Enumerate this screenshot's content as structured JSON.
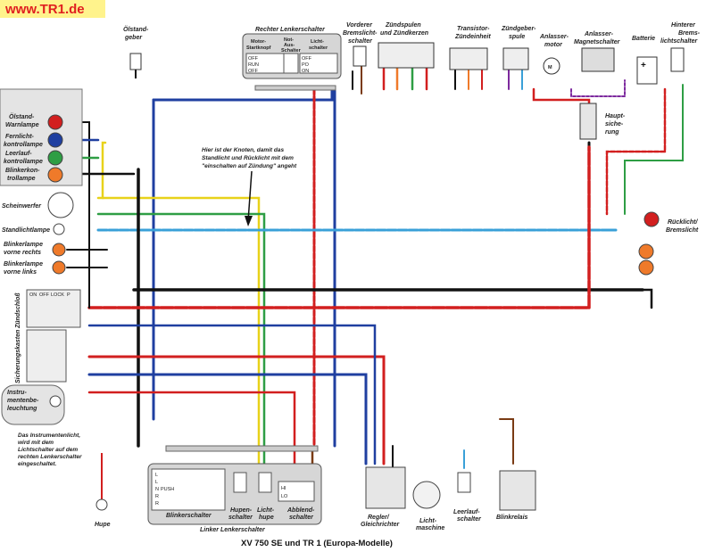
{
  "brand": "www.TR1.de",
  "title": "XV 750 SE und TR 1 (Europa-Modelle)",
  "components": {
    "oelstandgeber": [
      "Ölstand-",
      "geber"
    ],
    "rechter_lenkerschalter": "Rechter Lenkerschalter",
    "motor_startknopf": [
      "Motor-",
      "Startknopf"
    ],
    "not_aus_schalter": [
      "Not-",
      "Aus-",
      "Schalter"
    ],
    "lichtschalter": [
      "Licht-",
      "schalter"
    ],
    "vorderer_bremslichtschalter": [
      "Vorderer",
      "Bremslicht-",
      "schalter"
    ],
    "zuendspulen": [
      "Zündspulen",
      "und Zündkerzen"
    ],
    "transistor": [
      "Transistor-",
      "Zündeinheit"
    ],
    "zuendgeberspule": [
      "Zündgeber-",
      "spule"
    ],
    "anlassermotor": [
      "Anlasser-",
      "motor"
    ],
    "magnetschalter": [
      "Anlasser-",
      "Magnetschalter"
    ],
    "batterie": "Batterie",
    "hinterer_bremslichtschalter": [
      "Hinterer",
      "Brems-",
      "lichtschalter"
    ],
    "hauptsicherung": [
      "Haupt-",
      "siche-",
      "rung"
    ],
    "oelstand_warnlampe": [
      "Ölstand-",
      "Warnlampe"
    ],
    "fernlicht_kontrolllampe": [
      "Fernlicht-",
      "kontrollampe"
    ],
    "leerlauf_kontrolllampe": [
      "Leerlauf-",
      "kontrollampe"
    ],
    "blinker_kontrolllampe": [
      "Blinkerkon-",
      "trollampe"
    ],
    "scheinwerfer": "Scheinwerfer",
    "standlichtlampe": "Standlichtlampe",
    "blinker_vorne_rechts": [
      "Blinkerlampe",
      "vorne rechts"
    ],
    "blinker_vorne_links": [
      "Blinkerlampe",
      "vorne links"
    ],
    "zuendschloss": "Zündschloß",
    "sicherungskasten": "Sicherungskasten",
    "instrumentenbeleuchtung": [
      "Instru-",
      "mentenbe-",
      "leuchtung"
    ],
    "ruecklicht": [
      "Rücklicht/",
      "Bremslicht"
    ],
    "hupe": "Hupe",
    "linker_lenkerschalter": "Linker Lenkerschalter",
    "blinkerschalter": "Blinkerschalter",
    "hupenschalter": [
      "Hupen-",
      "schalter"
    ],
    "lichthupe": [
      "Licht-",
      "hupe"
    ],
    "abblendschalter": [
      "Abblend-",
      "schalter"
    ],
    "regler": [
      "Regler/",
      "Gleichrichter"
    ],
    "lichtmaschine": [
      "Licht-",
      "maschine"
    ],
    "leerlaufschalter": [
      "Leerlauf-",
      "schalter"
    ],
    "blinkrelais": "Blinkrelais"
  },
  "annotations": {
    "knoten": [
      "Hier ist der Knoten, damit das",
      "Standlicht und Rücklicht mit dem",
      "\"einschalten auf Zündung\" angeht"
    ],
    "instrumentenlicht": [
      "Das Instrumentenlicht,",
      "wird mit dem",
      "Lichtschalter auf dem",
      "rechten Lenkerschalter",
      "eingeschaltet."
    ]
  },
  "switch_labels": {
    "off": "OFF",
    "run": "RUN",
    "po": "PO",
    "on": "ON",
    "lock": "LOCK",
    "p": "P",
    "l": "L",
    "n": "N",
    "push": "PUSH",
    "r": "R",
    "hi": "HI",
    "lo": "LO"
  },
  "colors": {
    "red": "#d21f1f",
    "blue": "#1f3fa0",
    "black": "#111111",
    "yellow": "#e8d21a",
    "green": "#2e9e44",
    "brown": "#7a3b14",
    "skyblue": "#3aa0d8",
    "white": "#f2f2f2",
    "orange": "#ef7a2a",
    "purple": "#7d2a9e",
    "brand_bg": "#fff38c"
  }
}
